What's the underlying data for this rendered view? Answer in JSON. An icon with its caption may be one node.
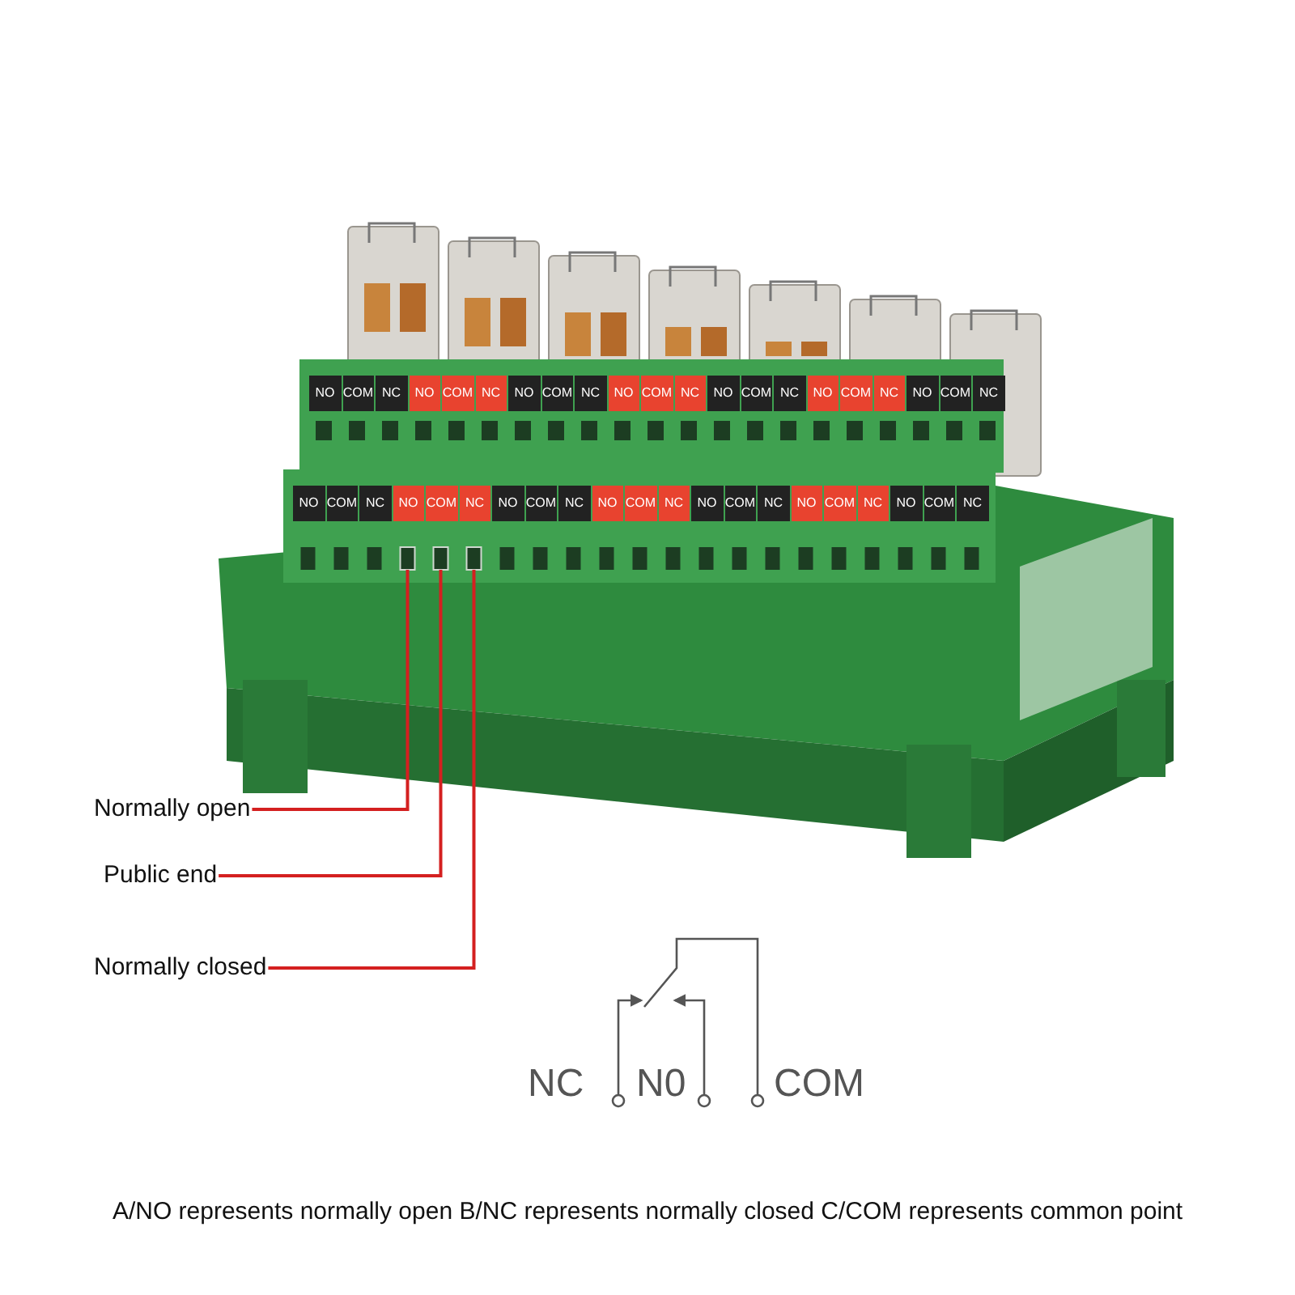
{
  "diagram": {
    "caption": "A/NO represents normally open B/NC represents normally closed C/COM represents common point",
    "nodes": [
      {
        "text": [
          "Normally open"
        ]
      },
      {
        "text": [
          "Public end"
        ]
      },
      {
        "text": [
          "Normally closed"
        ]
      },
      {
        "text": [],
        "shape": "box"
      },
      {
        "text": [],
        "shape": "box"
      },
      {
        "text": [],
        "shape": "box"
      }
    ],
    "edges": [
      {
        "from": 0,
        "to": 3,
        "arrow": "none",
        "color": "#d42020"
      },
      {
        "from": 1,
        "to": 4,
        "arrow": "none",
        "color": "#d42020"
      },
      {
        "from": 2,
        "to": 5,
        "arrow": "none",
        "color": "#d42020"
      }
    ],
    "labels": [
      "NO",
      "COM",
      "NC",
      "NO",
      "COM",
      "NC",
      "NO",
      "COM",
      "NC",
      "NO",
      "COM",
      "NC",
      "NO",
      "COM",
      "NC",
      "NO",
      "COM",
      "NC",
      "NO",
      "COM",
      "NC",
      "NO",
      "COM",
      "NC",
      "NO",
      "COM",
      "NC",
      "NO",
      "COM",
      "NC",
      "NO",
      "COM",
      "NC",
      "NO",
      "COM",
      "NC",
      "NO",
      "COM",
      "NC",
      "NO",
      "COM",
      "NC",
      "NC",
      "N0",
      "COM"
    ]
  }
}
